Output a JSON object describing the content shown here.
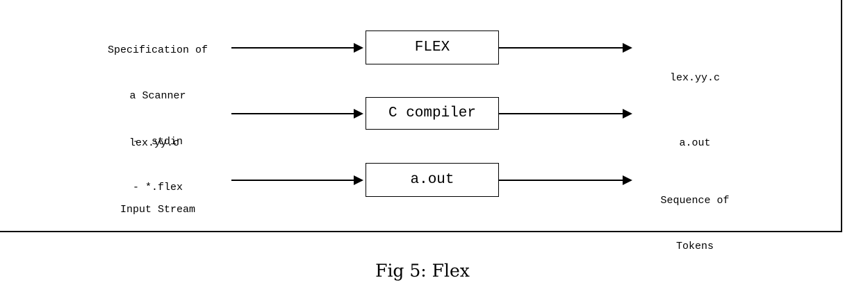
{
  "rows": [
    {
      "input_lines": [
        "Specification of",
        "a Scanner",
        "-  stdin",
        "- *.flex"
      ],
      "process": "FLEX",
      "output_lines": [
        "lex.yy.c"
      ]
    },
    {
      "input_lines": [
        "lex.yy.c"
      ],
      "process": "C compiler",
      "output_lines": [
        "a.out"
      ]
    },
    {
      "input_lines": [
        "Input Stream"
      ],
      "process": "a.out",
      "output_lines": [
        "Sequence of",
        "Tokens"
      ]
    }
  ],
  "caption": "Fig 5: Flex"
}
